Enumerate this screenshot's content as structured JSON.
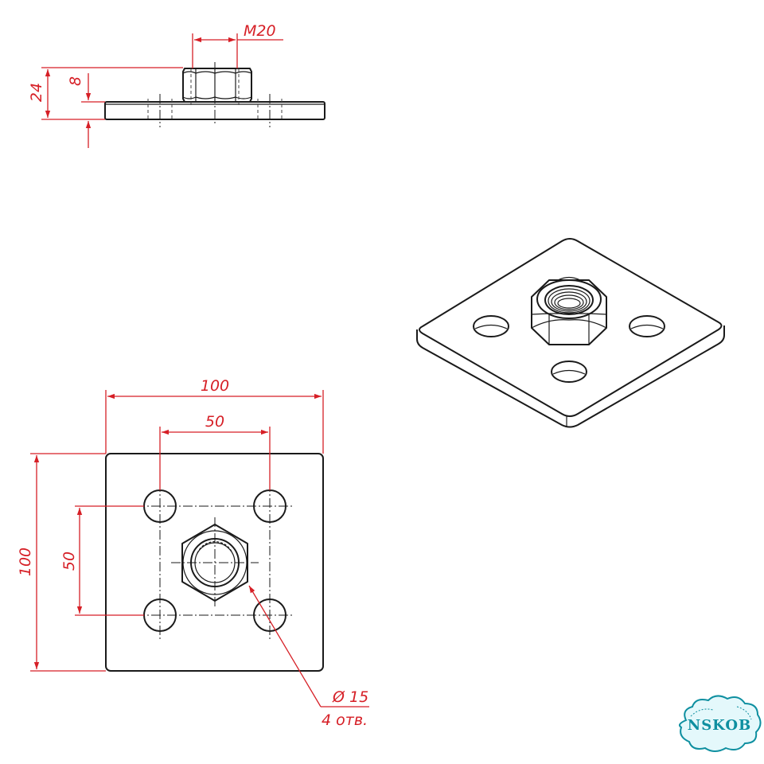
{
  "colors": {
    "outline": "#1a1a1a",
    "dimension": "#d61f26",
    "logo": "#0e8fa0",
    "logo_fill": "#e4f8fb"
  },
  "side_view": {
    "thread_label": "M20",
    "height_total": "24",
    "height_plate": "8"
  },
  "top_view": {
    "width": "100",
    "hole_spacing_x": "50",
    "height": "100",
    "hole_spacing_y": "50",
    "hole_diameter": "Ø 15",
    "hole_count": "4 отв."
  },
  "logo": {
    "text": "NSKOB"
  }
}
